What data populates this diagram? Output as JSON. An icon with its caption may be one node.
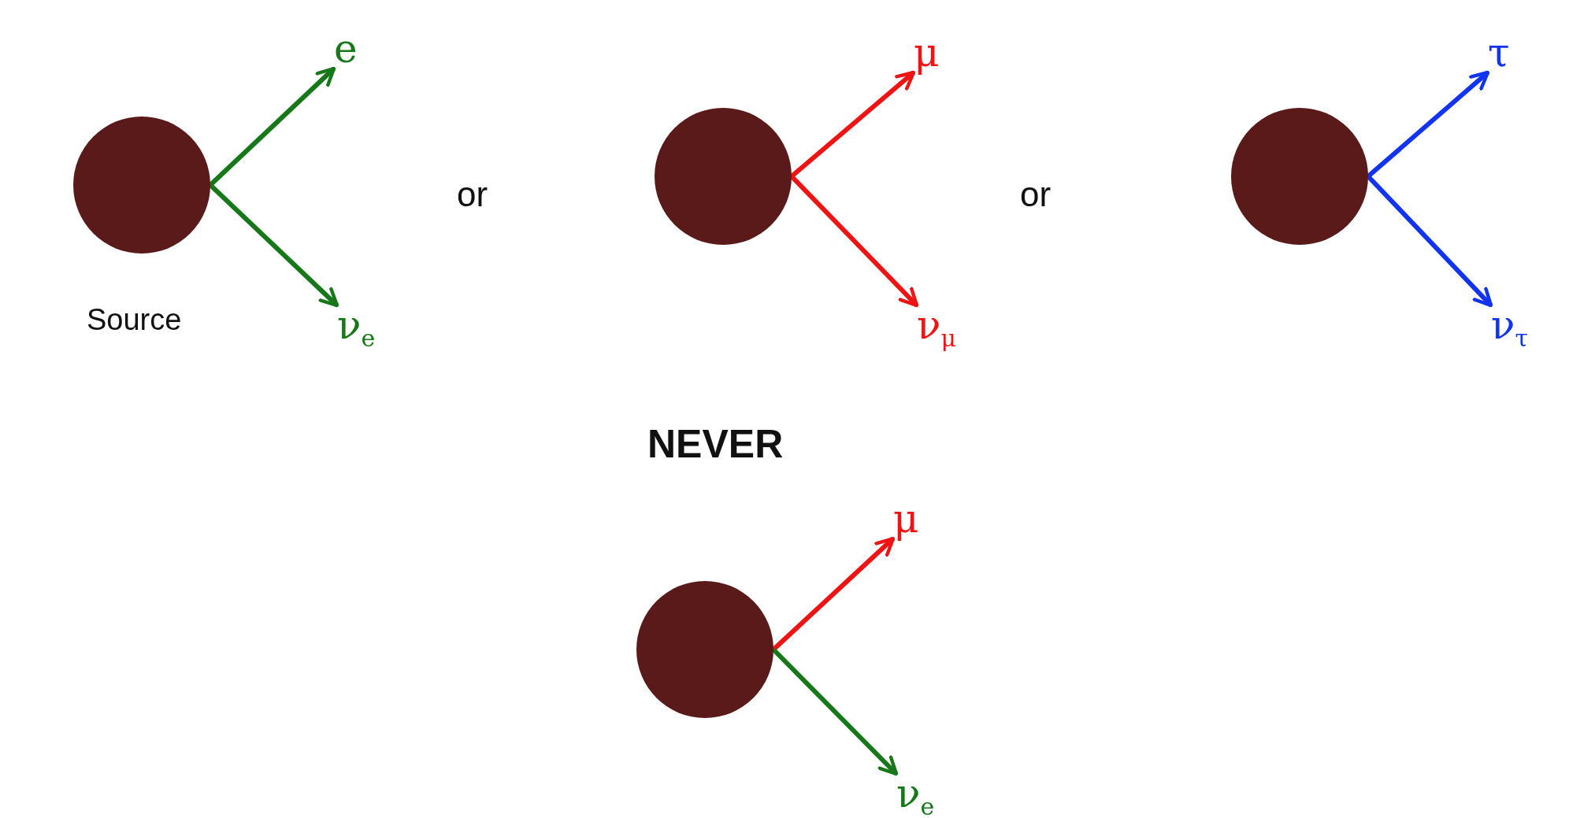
{
  "diagram": {
    "nodes": [
      {
        "text": [],
        "shape": "circle",
        "beside": [
          "Source"
        ]
      },
      {
        "text": [
          "e"
        ]
      },
      {
        "text": [
          "ν$_{e}$"
        ]
      },
      {
        "text": [],
        "shape": "circle"
      },
      {
        "text": [
          "μ"
        ]
      },
      {
        "text": [
          "ν$_{μ}$"
        ]
      },
      {
        "text": [],
        "shape": "circle"
      },
      {
        "text": [
          "τ"
        ]
      },
      {
        "text": [
          "ν$_{τ}$"
        ]
      },
      {
        "text": [],
        "shape": "circle"
      },
      {
        "text": [
          "μ"
        ]
      },
      {
        "text": [
          "ν$_{e}$"
        ]
      }
    ],
    "edges": [
      {
        "from": 0,
        "to": 1,
        "arrow": "to",
        "color": "#17781a"
      },
      {
        "from": 0,
        "to": 2,
        "arrow": "to",
        "color": "#17781a"
      },
      {
        "from": 3,
        "to": 4,
        "arrow": "to",
        "color": "#ee1414"
      },
      {
        "from": 3,
        "to": 5,
        "arrow": "to",
        "color": "#ee1414"
      },
      {
        "from": 6,
        "to": 7,
        "arrow": "to",
        "color": "#1234ee"
      },
      {
        "from": 6,
        "to": 8,
        "arrow": "to",
        "color": "#1234ee"
      },
      {
        "from": 9,
        "to": 10,
        "arrow": "to",
        "color": "#ee1414"
      },
      {
        "from": 9,
        "to": 11,
        "arrow": "to",
        "color": "#17781a"
      }
    ],
    "labels": [
      "or",
      "or",
      "NEVER"
    ]
  }
}
